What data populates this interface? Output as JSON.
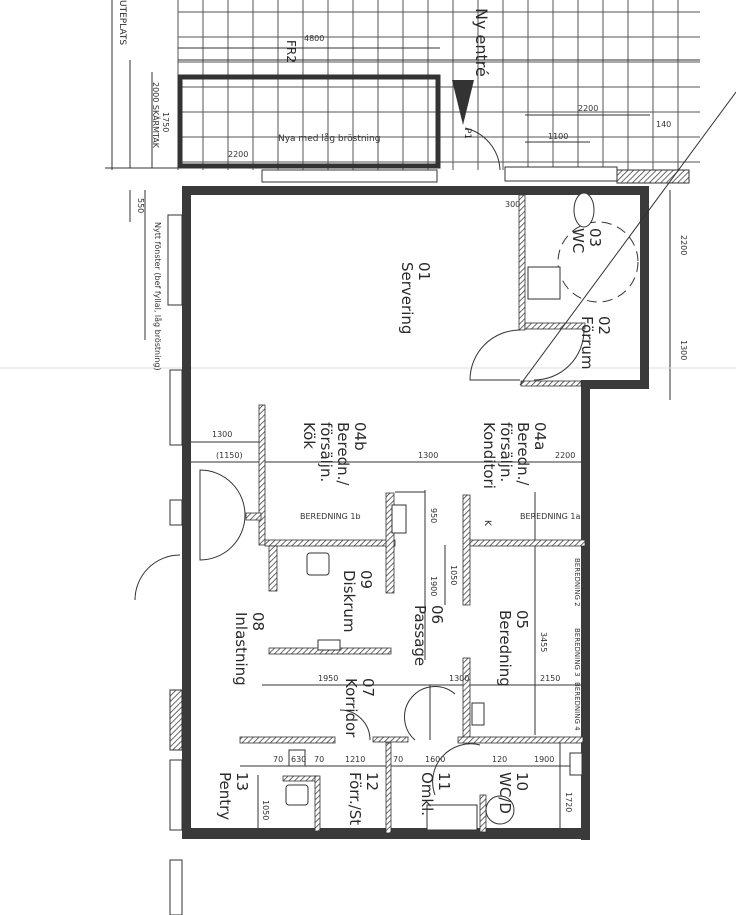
{
  "plan": {
    "outdoor_label": "UTEPLATS",
    "balcony_label": "Nya med låg bröstning",
    "new_entrance": "Ny entré",
    "fr2": "FR2",
    "p1": "P1",
    "window_note": "Nytt fönster (bef fyllal, låg bröstning)",
    "scale_note": "2000 SKÄRMTAK"
  },
  "rooms": [
    {
      "num": "01",
      "name": "Servering"
    },
    {
      "num": "02",
      "name": "Förrum"
    },
    {
      "num": "03",
      "name": "WC"
    },
    {
      "num": "04a",
      "name": "Beredn./ försäljn. Konditori"
    },
    {
      "num": "04b",
      "name": "Beredn./ försäljn. Kök"
    },
    {
      "num": "05",
      "name": "Beredning"
    },
    {
      "num": "06",
      "name": "Passage"
    },
    {
      "num": "07",
      "name": "Korridor"
    },
    {
      "num": "08",
      "name": "Inlastning"
    },
    {
      "num": "09",
      "name": "Diskrum"
    },
    {
      "num": "10",
      "name": "WC/D"
    },
    {
      "num": "11",
      "name": "Omkl."
    },
    {
      "num": "12",
      "name": "Förr./St"
    },
    {
      "num": "13",
      "name": "Pentry"
    }
  ],
  "equipment": {
    "ber1b": "BEREDNING 1b",
    "ber1a": "BEREDNING 1a",
    "ber2": "BEREDNING 2",
    "ber3": "BEREDNING 3",
    "ber4": "BEREDNING 4",
    "k": "K"
  },
  "dimensions": {
    "d4800": "4800",
    "d1750": "1750",
    "d2200a": "2200",
    "d550": "550",
    "d2200b": "2200",
    "d1100": "1100",
    "d140": "140",
    "d300": "300",
    "d2200c": "2200",
    "d1300a": "1300",
    "d1300b": "1300",
    "d1150": "(1150)",
    "d1300c": "1300",
    "d2200d": "2200",
    "d950": "950",
    "d1050a": "1050",
    "d1900a": "1900",
    "d3455": "3455",
    "d1950": "1950",
    "d1300d": "1300",
    "d2150": "2150",
    "d70a": "70",
    "d630": "630",
    "d70b": "70",
    "d1210": "1210",
    "d70c": "70",
    "d1600": "1600",
    "d120": "120",
    "d1900b": "1900",
    "d1720": "1720",
    "d1050b": "1050"
  }
}
